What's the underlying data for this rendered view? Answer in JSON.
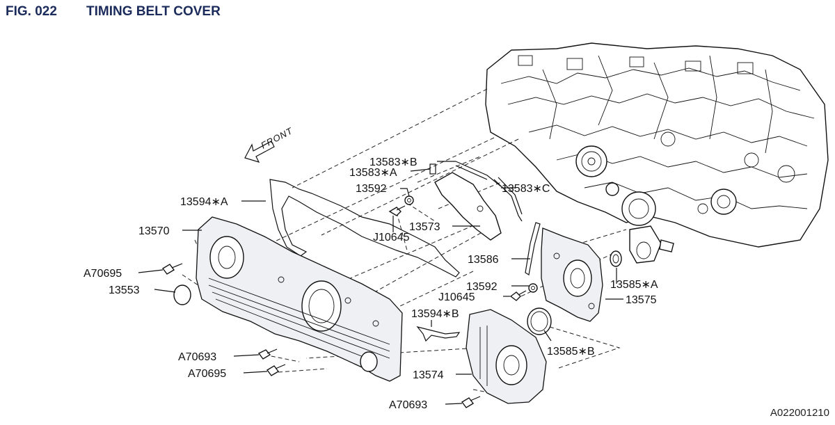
{
  "figure": {
    "number": "FIG. 022",
    "title": "TIMING BELT COVER",
    "reference": "A022001210",
    "direction_label": "FRONT"
  },
  "callouts": [
    {
      "id": "13583-B",
      "label": "13583∗B"
    },
    {
      "id": "13583-A",
      "label": "13583∗A"
    },
    {
      "id": "13592-top",
      "label": "13592"
    },
    {
      "id": "13583-C",
      "label": "13583∗C"
    },
    {
      "id": "13594-A",
      "label": "13594∗A"
    },
    {
      "id": "13570",
      "label": "13570"
    },
    {
      "id": "13573",
      "label": "13573"
    },
    {
      "id": "J10645-top",
      "label": "J10645"
    },
    {
      "id": "13586",
      "label": "13586"
    },
    {
      "id": "A70695-left",
      "label": "A70695"
    },
    {
      "id": "13553",
      "label": "13553"
    },
    {
      "id": "13592-bottom",
      "label": "13592"
    },
    {
      "id": "13585-A",
      "label": "13585∗A"
    },
    {
      "id": "J10645-bottom",
      "label": "J10645"
    },
    {
      "id": "13575",
      "label": "13575"
    },
    {
      "id": "13594-B",
      "label": "13594∗B"
    },
    {
      "id": "13585-B",
      "label": "13585∗B"
    },
    {
      "id": "A70693-left",
      "label": "A70693"
    },
    {
      "id": "A70695-bottom",
      "label": "A70695"
    },
    {
      "id": "13574",
      "label": "13574"
    },
    {
      "id": "A70693-bottom",
      "label": "A70693"
    }
  ]
}
